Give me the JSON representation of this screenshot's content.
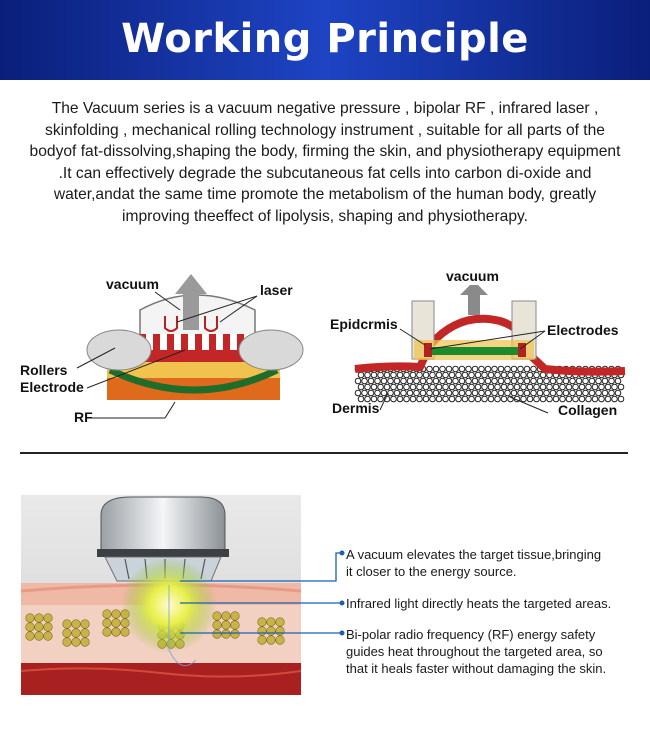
{
  "header": {
    "title": "Working Principle"
  },
  "intro": {
    "text": "The Vacuum series is a vacuum negative pressure , bipolar RF , infrared laser , skinfolding , mechanical rolling technology instrument , suitable for all parts of the bodyof fat-dissolving,shaping the body, firming the skin, and physiotherapy equipment .It can effectively degrade the subcutaneous fat cells into carbon di-oxide and water,andat the same time promote the metabolism of the human body, greatly improving theeffect of lipolysis, shaping and physiotherapy."
  },
  "diagram_left": {
    "labels": {
      "vacuum": "vacuum",
      "laser": "laser",
      "rollers": "Rollers",
      "electrode": "Electrode",
      "rf": "RF"
    }
  },
  "diagram_right": {
    "labels": {
      "vacuum": "vacuum",
      "epidermis": "Epidcrmis",
      "electrodes": "Electrodes",
      "dermis": "Dermis",
      "collagen": "Collagen"
    }
  },
  "callouts": [
    {
      "lines": [
        "A vacuum elevates the target tissue,bringing",
        "it closer to the energy source."
      ]
    },
    {
      "lines": [
        "Infrared light directly heats the targeted areas."
      ]
    },
    {
      "lines": [
        "Bi-polar radio frequency (RF) energy safety",
        "guides heat throughout the targeted area, so",
        "that it heals faster without damaging the skin."
      ]
    }
  ],
  "colors": {
    "banner": "#1e44c4",
    "accent_line": "#1a5fb4",
    "fat": "#c9b24a",
    "muscle": "#b32222",
    "rf_layer": "#e06a1c"
  }
}
